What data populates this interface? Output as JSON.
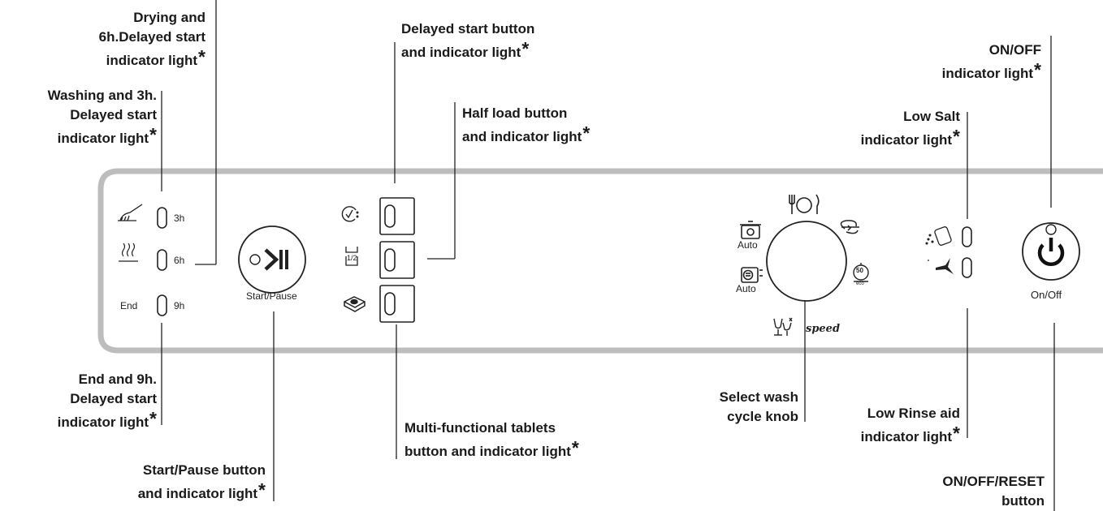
{
  "labels": {
    "drying_6h": [
      "Drying and",
      "6h.Delayed start",
      "indicator light"
    ],
    "washing_3h": [
      "Washing and 3h.",
      "Delayed start",
      "indicator light"
    ],
    "end_9h": [
      "End and 9h.",
      "Delayed start",
      "indicator light"
    ],
    "start_pause": [
      "Start/Pause button",
      "and indicator light"
    ],
    "delayed_start": [
      "Delayed start button",
      "and indicator light"
    ],
    "half_load": [
      "Half load button",
      "and indicator light"
    ],
    "multi_tablets": [
      "Multi-functional tablets",
      "button and indicator light"
    ],
    "select_knob": [
      "Select wash",
      "cycle knob"
    ],
    "on_off_light": [
      "ON/OFF",
      "indicator light"
    ],
    "low_salt": [
      "Low Salt",
      "indicator light"
    ],
    "low_rinse": [
      "Low Rinse aid",
      "indicator light"
    ],
    "on_off_reset": [
      "ON/OFF/RESET",
      "button"
    ],
    "asterisk": "*"
  },
  "panel": {
    "hours": [
      "3h",
      "6h",
      "9h"
    ],
    "end_text": "End",
    "start_pause_caption": "Start/Pause",
    "on_off_caption": "On/Off",
    "half_load_symbol": "1/2",
    "auto_1": "Auto",
    "auto_2": "Auto",
    "speed_text": "speed",
    "eco_number": "50",
    "eco_text": "eco"
  },
  "icons": [
    "washing-brush-icon",
    "drying-steam-icon",
    "delay-timer-icon",
    "half-load-icon",
    "tablet-icon",
    "play-pause-icon",
    "power-icon",
    "cutlery-icon",
    "intensive-pot-icon",
    "auto-pot-icon",
    "auto-plates-icon",
    "glass-icon",
    "rinse-swirl-icon",
    "eco-icon",
    "salt-icon",
    "rinse-aid-sparkle-icon"
  ]
}
